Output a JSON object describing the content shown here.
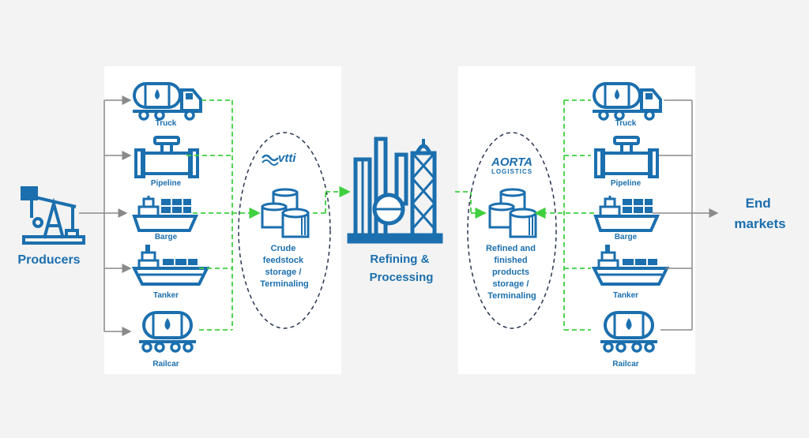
{
  "producers": {
    "label": "Producers"
  },
  "end_markets": {
    "line1": "End",
    "line2": "markets"
  },
  "modes": [
    "Truck",
    "Pipeline",
    "Barge",
    "Tanker",
    "Railcar"
  ],
  "left_storage": {
    "logo": "vtti",
    "lines": [
      "Crude",
      "feedstock",
      "storage /",
      "Terminaling"
    ]
  },
  "refinery": {
    "line1": "Refining &",
    "line2": "Processing"
  },
  "right_storage": {
    "logo_line1": "AORTA",
    "logo_line2": "LOGISTICS",
    "lines": [
      "Refined and",
      "finished",
      "products",
      "storage /",
      "Terminaling"
    ]
  },
  "colors": {
    "icon": "#1b6fae",
    "text_blue": "#1b6fae",
    "gray_line": "#8a8a8a",
    "green_dash": "#3fcf3f",
    "panel": "#ffffff",
    "background": "#f3f3f3"
  }
}
